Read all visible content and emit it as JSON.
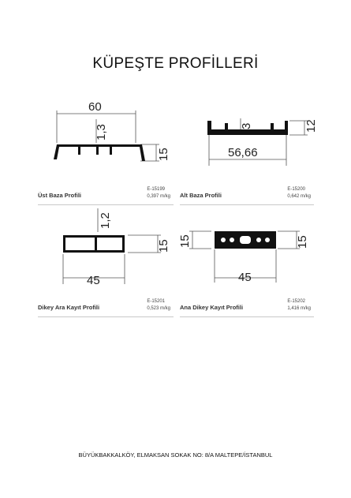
{
  "page": {
    "title": "KÜPEŞTE PROFİLLERİ",
    "footer": "BÜYÜKBAKKALKÖY, ELMAKSAN SOKAK NO: 8/A MALTEPE/İSTANBUL"
  },
  "profiles": [
    {
      "name": "Üst Baza Profili",
      "code": "E-15199",
      "weight": "0,397 m/kg",
      "dims": {
        "width": "60",
        "height": "15",
        "wall": "1,3"
      }
    },
    {
      "name": "Alt Baza Profili",
      "code": "E-15200",
      "weight": "0,642 m/kg",
      "dims": {
        "width": "56,66",
        "height": "12",
        "wall": "3"
      }
    },
    {
      "name": "Dikey Ara Kayıt Profili",
      "code": "E-15201",
      "weight": "0,523 m/kg",
      "dims": {
        "width": "45",
        "height": "15",
        "wall": "1,2"
      }
    },
    {
      "name": "Ana Dikey Kayıt Profili",
      "code": "E-15202",
      "weight": "1,416 m/kg",
      "dims": {
        "width": "45",
        "height_left": "15",
        "height_right": "15"
      }
    }
  ]
}
